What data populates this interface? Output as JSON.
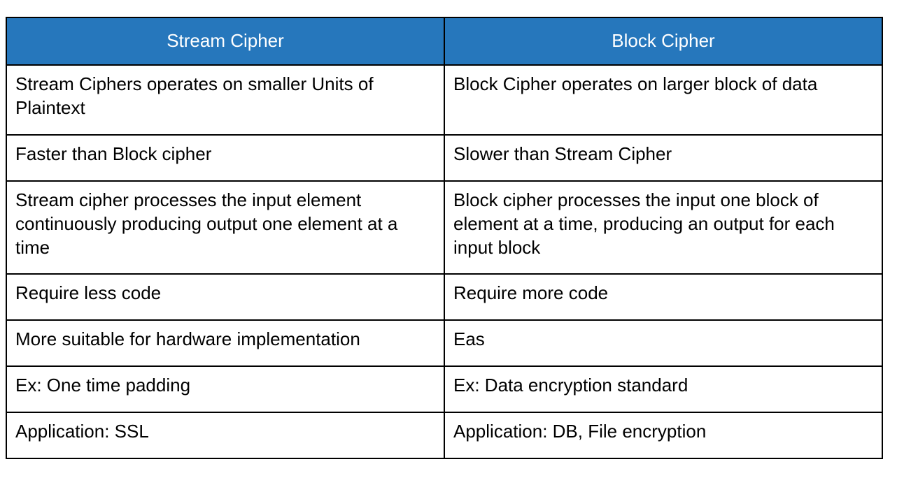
{
  "table": {
    "headers": [
      {
        "label": "Stream Cipher"
      },
      {
        "label": "Block Cipher"
      }
    ],
    "header_background": "#2677bc",
    "header_text_color": "#ffffff",
    "border_color": "#000000",
    "rows": [
      {
        "left": "Stream Ciphers operates on smaller Units of Plaintext",
        "right": "Block Cipher operates on larger block of data"
      },
      {
        "left": "Faster than Block cipher",
        "right": "Slower than Stream Cipher"
      },
      {
        "left": "Stream cipher processes the input element continuously producing output one element at a time",
        "right": "Block cipher processes the input one block of element at a time, producing an output for each input block"
      },
      {
        "left": "Require less code",
        "right": "Require more code"
      },
      {
        "left": "More suitable for hardware implementation",
        "right": "Eas"
      },
      {
        "left": "Ex: One time padding",
        "right": "Ex: Data encryption standard"
      },
      {
        "left": "Application: SSL",
        "right": "Application: DB, File encryption"
      }
    ]
  }
}
